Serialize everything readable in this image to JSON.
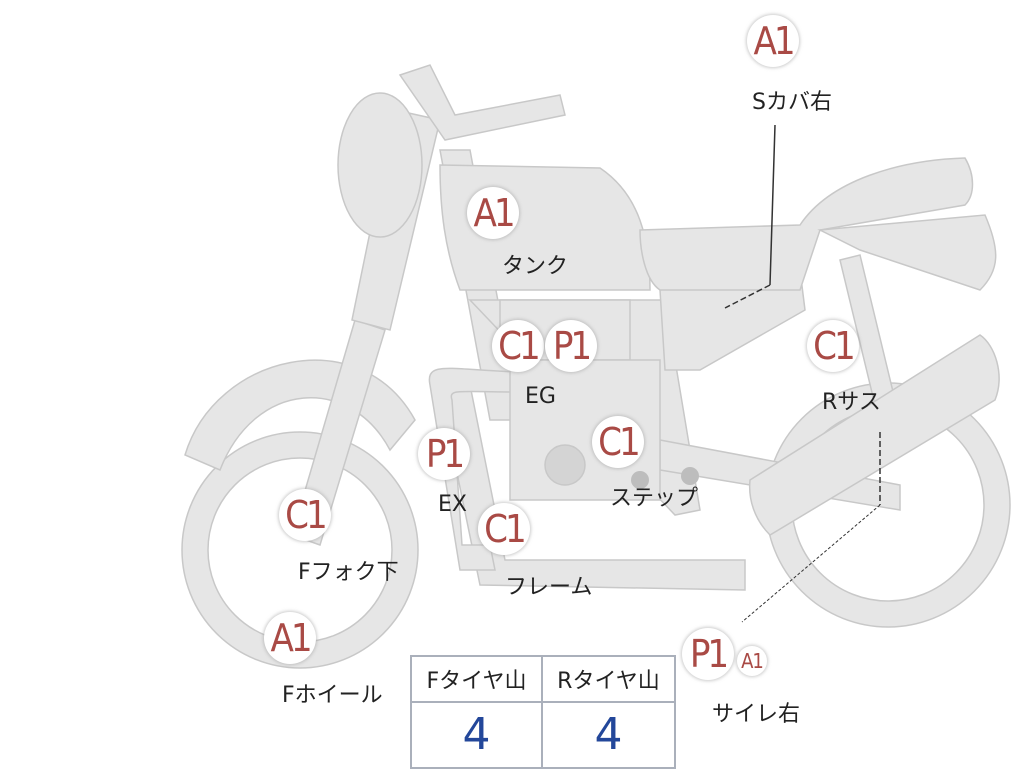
{
  "colors": {
    "bike_fill": "#e6e6e6",
    "bike_stroke": "#c8c8c8",
    "grade_text": "#a94a45",
    "value_text": "#23479a"
  },
  "parts": [
    {
      "id": "s-cover-right",
      "grade": "A1",
      "label": "Sカバ右"
    },
    {
      "id": "tank",
      "grade": "A1",
      "label": "タンク"
    },
    {
      "id": "engine",
      "grades": [
        "C1",
        "P1"
      ],
      "label": "EG"
    },
    {
      "id": "rear-suspension",
      "grade": "C1",
      "label": "Rサス"
    },
    {
      "id": "exhaust",
      "grade": "P1",
      "label": "EX"
    },
    {
      "id": "step",
      "grade": "C1",
      "label": "ステップ"
    },
    {
      "id": "front-fork-lower",
      "grade": "C1",
      "label": "Fフォク下"
    },
    {
      "id": "frame",
      "grade": "C1",
      "label": "フレーム"
    },
    {
      "id": "front-wheel",
      "grade": "A1",
      "label": "Fホイール"
    },
    {
      "id": "muffler-right",
      "grades": [
        "P1",
        "A1"
      ],
      "label": "サイレ右"
    }
  ],
  "tire_tread": {
    "front_header": "Fタイヤ山",
    "front_value": "4",
    "rear_header": "Rタイヤ山",
    "rear_value": "4"
  }
}
